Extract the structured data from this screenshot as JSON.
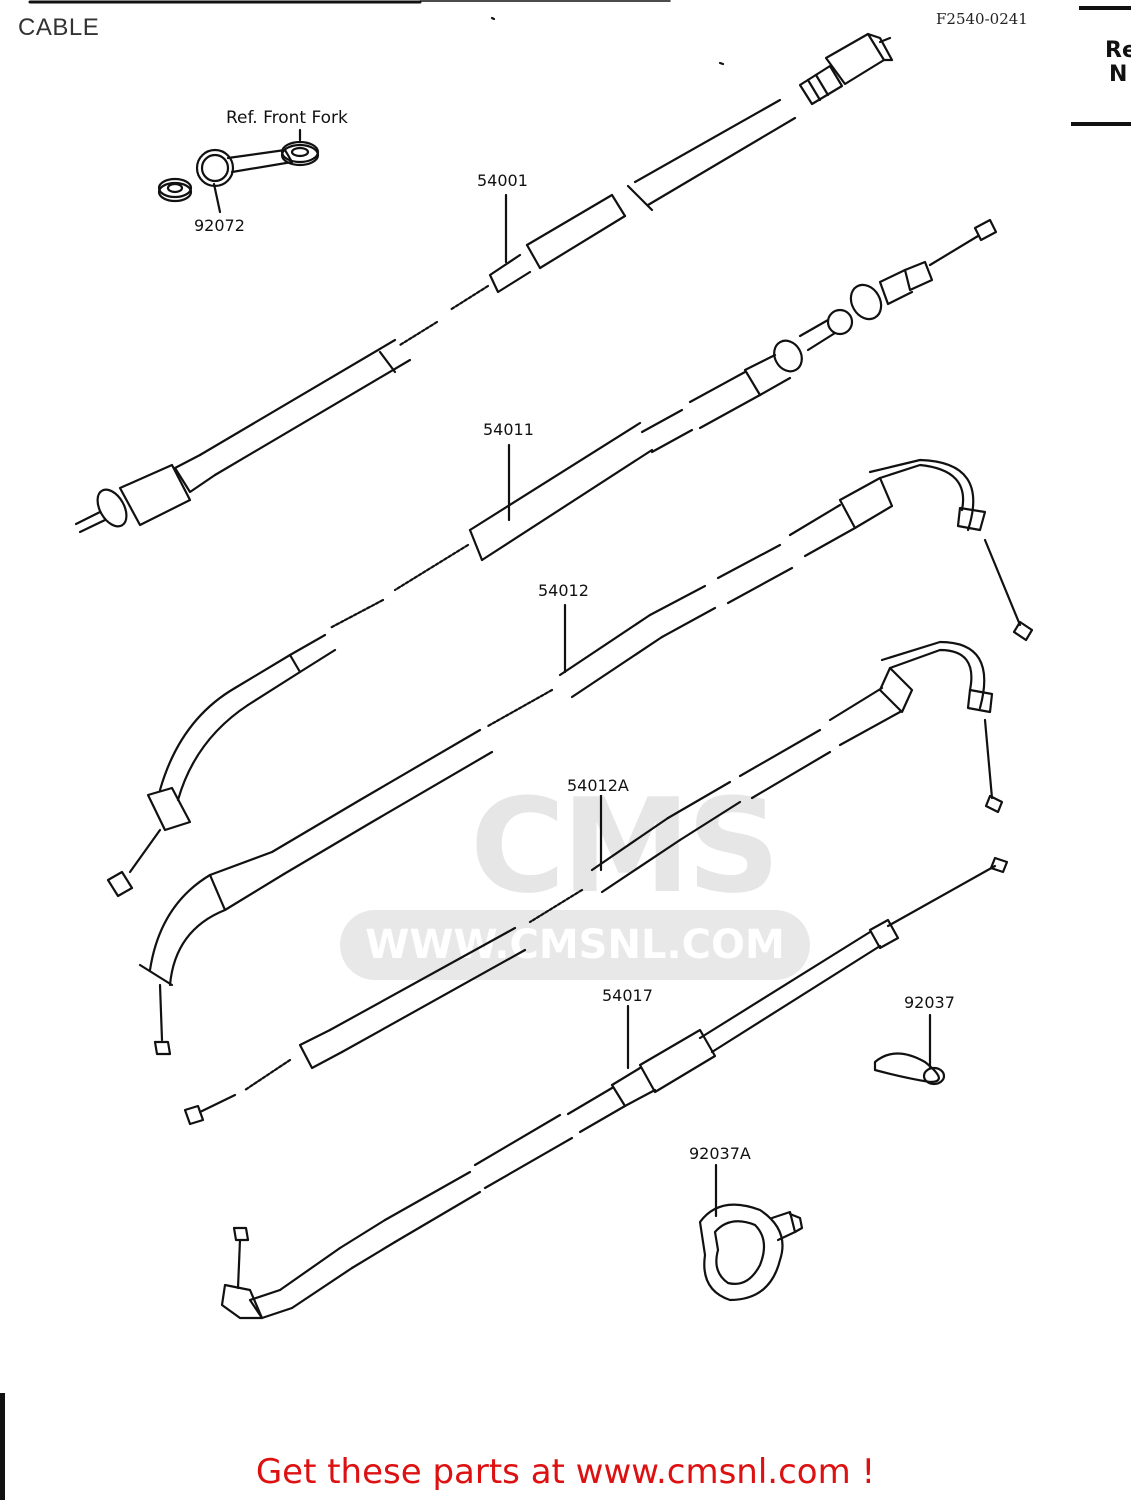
{
  "header": {
    "title": "CABLE",
    "drawing_code": "F2540-0241",
    "ref_no_line1": "Re",
    "ref_no_line2": "N"
  },
  "references": {
    "front_fork": "Ref. Front Fork"
  },
  "parts": [
    {
      "id": "92072",
      "label": "92072"
    },
    {
      "id": "54001",
      "label": "54001"
    },
    {
      "id": "54011",
      "label": "54011"
    },
    {
      "id": "54012",
      "label": "54012"
    },
    {
      "id": "54012A",
      "label": "54012A"
    },
    {
      "id": "54017",
      "label": "54017"
    },
    {
      "id": "92037",
      "label": "92037"
    },
    {
      "id": "92037A",
      "label": "92037A"
    }
  ],
  "watermark": {
    "brand": "CMS",
    "url": "WWW.CMSNL.COM"
  },
  "footer": {
    "cta": "Get these parts at www.cmsnl.com !"
  },
  "colors": {
    "line": "#111111",
    "cta": "#dd1111",
    "watermark": "#e2e2e2"
  }
}
